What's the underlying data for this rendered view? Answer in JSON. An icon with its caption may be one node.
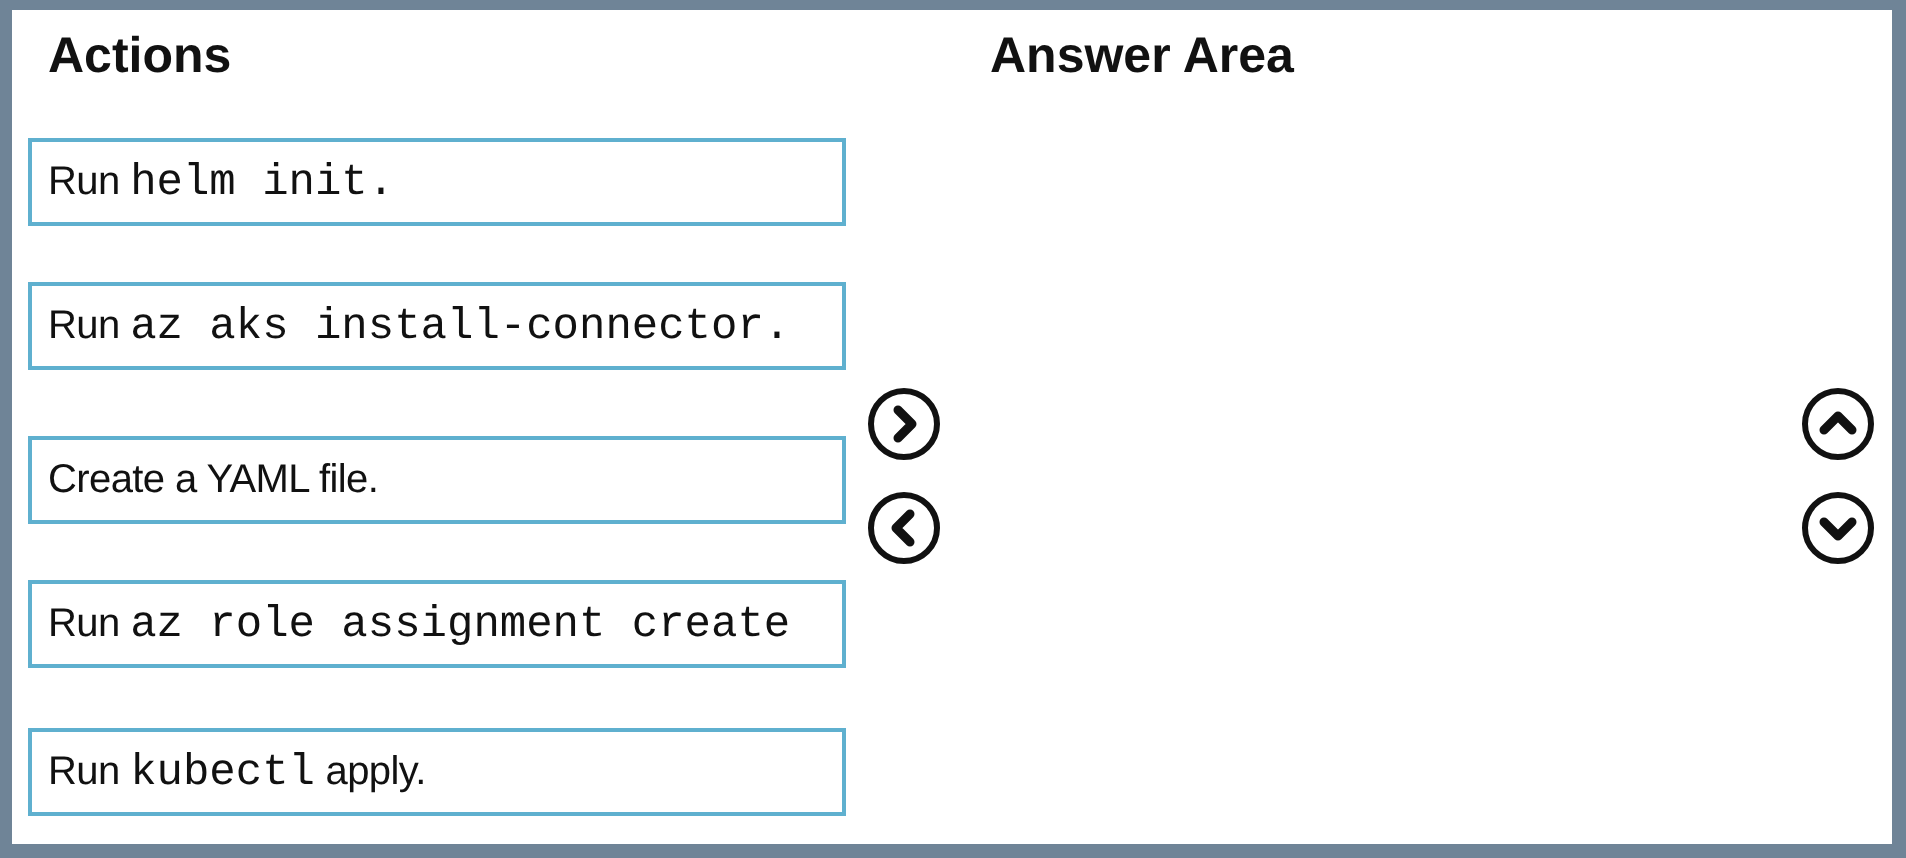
{
  "diagram": {
    "nodes": [
      {
        "text": [
          "Run",
          "helm init."
        ]
      },
      {
        "text": [
          "Run",
          "az aks install-connector."
        ]
      },
      {
        "text": [
          "Create a YAML file."
        ]
      },
      {
        "text": [
          "Run",
          "az role assignment create"
        ]
      },
      {
        "text": [
          "Run",
          "kubectl",
          "apply."
        ]
      }
    ],
    "labels": [
      "Actions",
      "Answer Area"
    ]
  }
}
